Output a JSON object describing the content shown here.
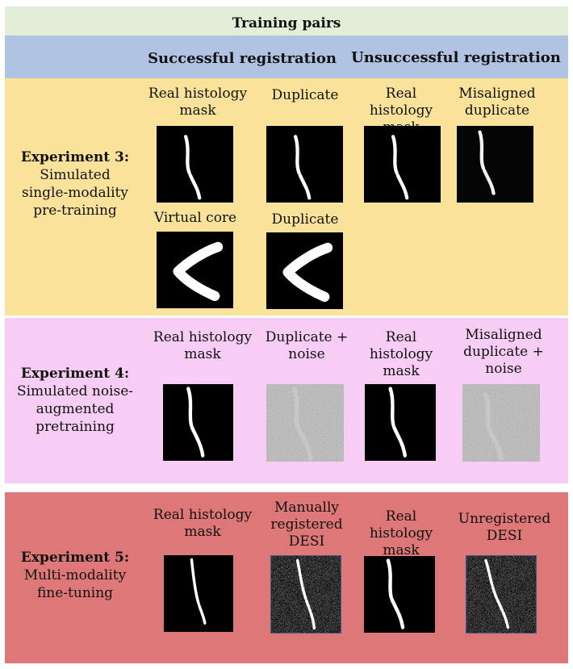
{
  "title": "Training pairs",
  "headers": {
    "successful": "Successful registration",
    "unsuccessful": "Unsuccessful registration"
  },
  "rows": [
    {
      "experiment": "Experiment 3:",
      "description": "Simulated single-modality pre-training",
      "desc_lines": [
        "Simulated",
        "single-modality",
        "pre-training"
      ],
      "labels": [
        "Real histology mask",
        "Duplicate",
        "Real histology mask",
        "Misaligned duplicate"
      ],
      "labels2": [
        "Virtual core",
        "Duplicate"
      ]
    },
    {
      "experiment": "Experiment 4:",
      "description": "Simulated noise-augmented pretraining",
      "desc_lines": [
        "Simulated noise-",
        "augmented",
        "pretraining"
      ],
      "labels": [
        "Real histology mask",
        "Duplicate + noise",
        "Real histology mask",
        "Misaligned duplicate + noise"
      ]
    },
    {
      "experiment": "Experiment 5:",
      "description": "Multi-modality fine-tuning",
      "desc_lines": [
        "Multi-modality",
        "fine-tuning"
      ],
      "labels": [
        "Real histology mask",
        "Manually registered DESI",
        "Real histology mask",
        "Unregistered DESI"
      ]
    }
  ],
  "colors": {
    "title_band": "#e3eed9",
    "header_band": "#b1c3e2",
    "exp3_band": "#fbe29b",
    "exp4_band": "#f7cdf6",
    "exp5_band": "#de7777"
  }
}
